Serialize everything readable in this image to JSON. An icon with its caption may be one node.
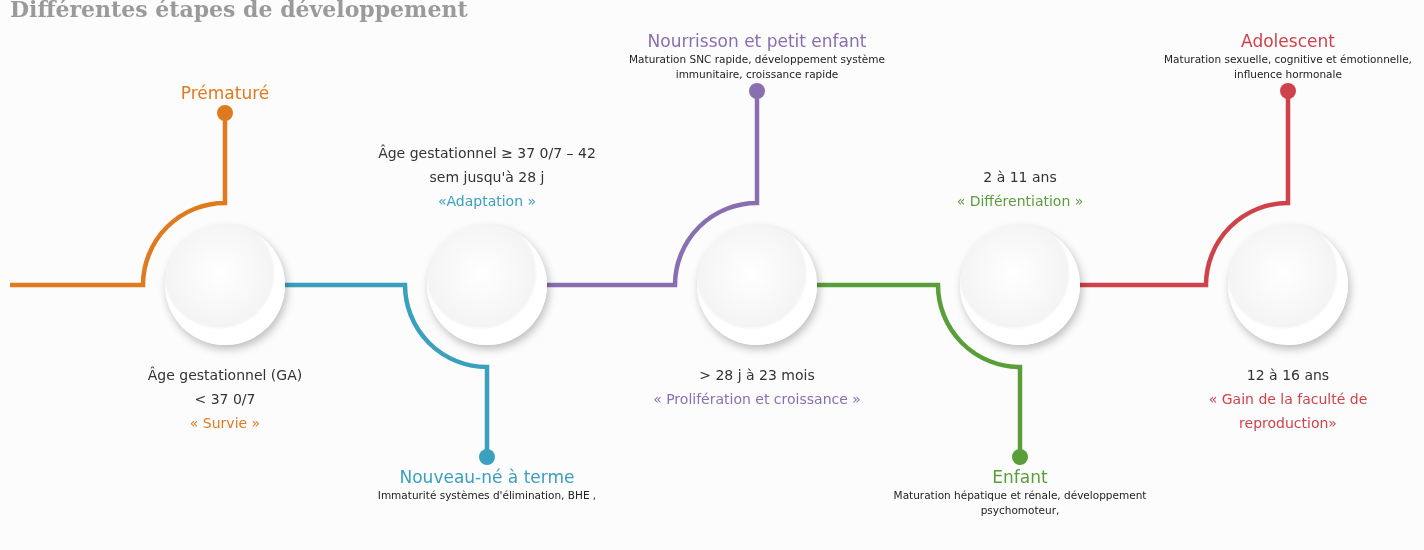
{
  "diagram": {
    "title": "Différentes étapes de développement",
    "nodes": [
      {
        "text": [
          "Prématuré"
        ]
      },
      {
        "text": [],
        "shape": "circle",
        "beside": [
          "Âge gestationnel (GA) < 37 0/7",
          "« Survie »"
        ]
      },
      {
        "text": [
          "Nouveau-né à terme",
          "Immaturité systèmes d'élimination, BHE ,"
        ]
      },
      {
        "text": [],
        "shape": "circle",
        "beside": [
          "Âge gestationnel ≥ 37 0/7 – 42 sem jusqu'à 28 j",
          "«Adaptation »"
        ]
      },
      {
        "text": [
          "Nourrisson et petit enfant",
          "Maturation SNC rapide, développement système immunitaire, croissance rapide"
        ]
      },
      {
        "text": [],
        "shape": "circle",
        "beside": [
          "> 28 j à 23 mois",
          "« Prolifération et croissance »"
        ]
      },
      {
        "text": [
          "Enfant",
          "Maturation hépatique et rénale, développement psychomoteur,"
        ]
      },
      {
        "text": [],
        "shape": "circle",
        "beside": [
          "2 à 11 ans",
          "« Différentiation »"
        ]
      },
      {
        "text": [
          "Adolescent",
          "Maturation sexuelle, cognitive et émotionnelle, influence hormonale"
        ]
      },
      {
        "text": [],
        "shape": "circle",
        "beside": [
          "12 à 16 ans",
          "« Gain de la faculté de reproduction»"
        ]
      }
    ],
    "edges": [
      {
        "from": null,
        "to": 0,
        "arrow": "other",
        "color": "#e07a1f"
      },
      {
        "from": 1,
        "to": 2,
        "arrow": "other",
        "color": "#3aa0bd"
      },
      {
        "from": 3,
        "to": 4,
        "arrow": "other",
        "color": "#8a6fb0"
      },
      {
        "from": 5,
        "to": 6,
        "arrow": "other",
        "color": "#5a9e3a"
      },
      {
        "from": 7,
        "to": 8,
        "arrow": "other",
        "color": "#d0424a"
      }
    ]
  }
}
